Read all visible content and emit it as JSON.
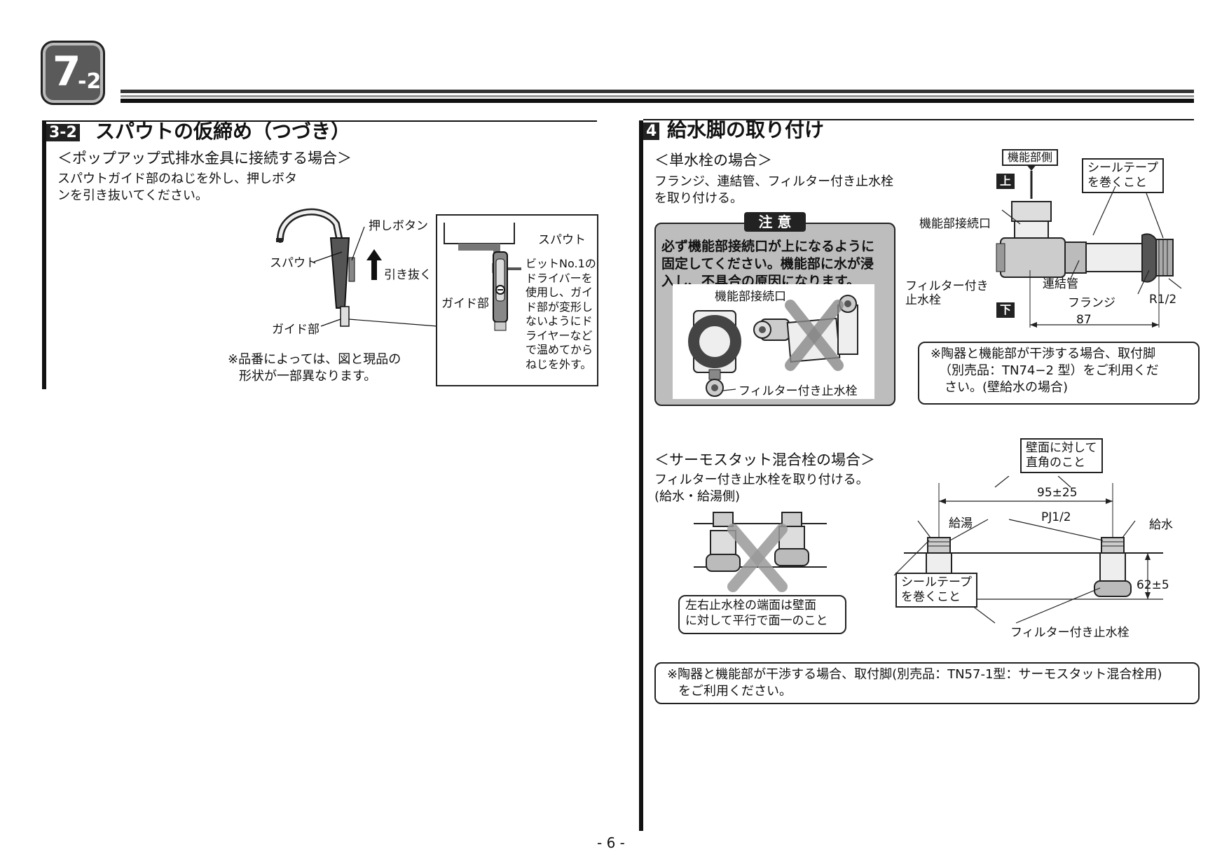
{
  "header": {
    "badge_main": "7",
    "badge_sub": "-2"
  },
  "left": {
    "section_num": "3-2",
    "section_title": "スパウトの仮締め（つづき）",
    "subtitle": "＜ポップアップ式排水金具に接続する場合＞",
    "instruction_lines": [
      "スパウトガイド部のねじを外し、押しボタ",
      "ンを引き抜いてください。"
    ],
    "labels": {
      "push_button": "押しボタン",
      "spout": "スパウト",
      "pull_out": "引き抜く",
      "guide": "ガイド部",
      "spout2": "スパウト",
      "guide2": "ガイド部"
    },
    "driver_note_lines": [
      "ビットNo.1の",
      "ドライバーを",
      "使用し、ガイ",
      "ド部が変形し",
      "ないようにド",
      "ライヤーなど",
      "で温めてから",
      "ねじを外す。"
    ],
    "note_lines": [
      "※品番によっては、図と現品の",
      "形状が一部異なります。"
    ]
  },
  "right": {
    "section_num": "4",
    "section_title": "給水脚の取り付け",
    "single": {
      "subtitle": "＜単水栓の場合＞",
      "instruction_lines": [
        "フランジ、連結管、フィルター付き止水栓",
        "を取り付ける。"
      ],
      "caution_title": "注 意",
      "caution_lines": [
        "必ず機能部接続口が上になるように",
        "固定してください。機能部に水が浸",
        "入し、不具合の原因になります。"
      ],
      "caution_labels": {
        "port": "機能部接続口",
        "valve": "フィルター付き止水栓"
      },
      "labels": {
        "function_side": "機能部側",
        "up": "上",
        "down": "下",
        "seal_tape_lines": [
          "シールテープ",
          "を巻くこと"
        ],
        "port": "機能部接続口",
        "valve_lines": [
          "フィルター付き",
          "止水栓"
        ],
        "pipe": "連結管",
        "flange": "フランジ",
        "thread": "R1/2",
        "dim": "87"
      },
      "note_lines": [
        "※陶器と機能部が干渉する場合、取付脚",
        "（別売品：TN74−2 型）をご利用くだ",
        "さい。(壁給水の場合)"
      ]
    },
    "thermo": {
      "subtitle": "＜サーモスタット混合栓の場合＞",
      "instruction_lines": [
        "フィルター付き止水栓を取り付ける。",
        "(給水・給湯側)"
      ],
      "wrong_note_lines": [
        "左右止水栓の端面は壁面",
        "に対して平行で面一のこと"
      ],
      "labels": {
        "perp_lines": [
          "壁面に対して",
          "直角のこと"
        ],
        "dim_width": "95±25",
        "thread": "PJ1/2",
        "hot": "給湯",
        "cold": "給水",
        "seal_tape_lines": [
          "シールテープ",
          "を巻くこと"
        ],
        "dim_height": "62±5",
        "valve": "フィルター付き止水栓"
      },
      "note_lines": [
        "※陶器と機能部が干渉する場合、取付脚(別売品：TN57-1型：サーモスタット混合栓用)",
        "をご利用ください。"
      ]
    }
  },
  "footer": {
    "page_number": "- 6 -"
  }
}
